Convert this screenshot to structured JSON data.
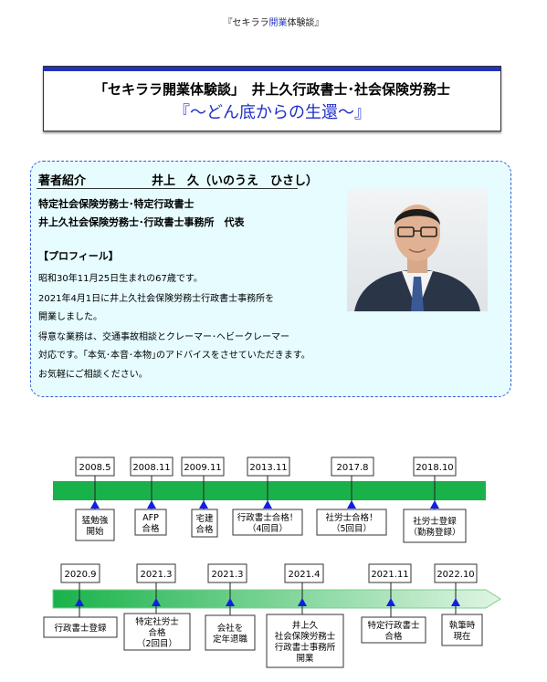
{
  "header": {
    "prefix": "『セキララ",
    "accent": "開業",
    "suffix": "体験談』"
  },
  "title": {
    "line1": "「セキララ開業体験談」　井上久行政書士･社会保険労務士",
    "line2": "『～どん底からの生還～』"
  },
  "profile": {
    "heading": "著者紹介",
    "name": "井上　久（いのうえ　ひさし）",
    "qualification": "特定社会保険労務士･特定行政書士",
    "office": "井上久社会保険労務士･行政書士事務所　代表",
    "section_title": "【プロフィール】",
    "bio": [
      "昭和30年11月25日生まれの67歳です。",
      "2021年4月1日に井上久社会保険労務士行政書士事務所を",
      "開業しました。",
      "得意な業務は、交通事故相談とクレーマー･ヘビークレーマー",
      "対応です。｢本気･本音･本物｣のアドバイスをさせていただきます。",
      "お気軽にご相談ください。"
    ]
  },
  "timeline1": {
    "dates": [
      "2008.5",
      "2008.11",
      "2009.11",
      "2013.11",
      "2017.8",
      "2018.10"
    ],
    "events": [
      [
        "猛勉強",
        "開始"
      ],
      [
        "AFP",
        "合格"
      ],
      [
        "宅建",
        "合格"
      ],
      [
        "行政書士合格！",
        "（4回目）"
      ],
      [
        "社労士合格！",
        "（5回目）"
      ],
      [
        "社労士登録",
        "（勤務登録）"
      ]
    ]
  },
  "timeline2": {
    "dates": [
      "2020.9",
      "2021.3",
      "2021.3",
      "2021.4",
      "2021.11",
      "2022.10"
    ],
    "events": [
      [
        "行政書士登録"
      ],
      [
        "特定社労士",
        "合格",
        "（2回目）"
      ],
      [
        "会社を",
        "定年退職"
      ],
      [
        "井上久",
        "社会保険労務士",
        "行政書士事務所",
        "開業"
      ],
      [
        "特定行政書士",
        "合格"
      ],
      [
        "執筆時",
        "現在"
      ]
    ]
  },
  "colors": {
    "accent_blue": "#1f30c6",
    "bar_green": "#19b24a",
    "marker_blue": "#1020e0"
  }
}
